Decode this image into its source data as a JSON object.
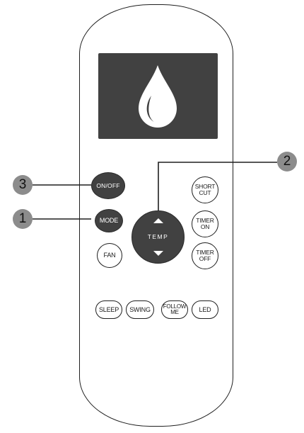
{
  "remote": {
    "display_icon": "water-drop-icon",
    "buttons": {
      "on_off": "ON/OFF",
      "mode": "MODE",
      "fan": "FAN",
      "temp": "TEMP",
      "short_cut": "SHORT\nCUT",
      "timer_on": "TIMER\nON",
      "timer_off": "TIMER\nOFF",
      "sleep": "SLEEP",
      "swing": "SWING",
      "follow_me": "FOLLOW\nME",
      "led": "LED"
    }
  },
  "callouts": [
    "1",
    "2",
    "3"
  ],
  "colors": {
    "dark_button": "#414141",
    "callout": "#8c8c8c",
    "outline": "#1f1f1f"
  }
}
